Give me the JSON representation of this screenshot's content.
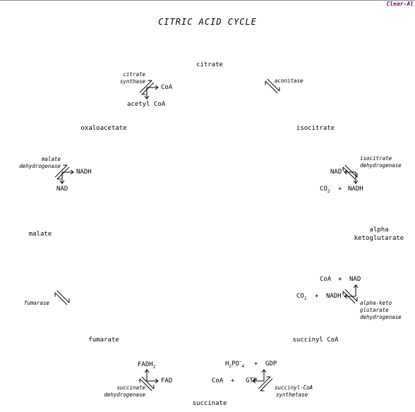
{
  "brand": {
    "text": "Clear-Al",
    "color": "#800080"
  },
  "title": "CITRIC ACID CYCLE",
  "metabolites": {
    "citrate": "citrate",
    "isocitrate": "isocitrate",
    "alpha_line1": "alpha",
    "alpha_line2": "ketoglutarate",
    "succinyl_coa": "succinyl CoA",
    "succinate": "succinate",
    "fumarate": "fumarate",
    "malate": "malate",
    "oxaloacetate": "oxaloacetate"
  },
  "enzymes": {
    "citrate_synthase_1": "citrate",
    "citrate_synthase_2": "synthase",
    "aconitase": "aconitase",
    "isocitrate_dh_1": "isocitrate",
    "isocitrate_dh_2": "dehydrogenase",
    "akg_dh_1": "alpha-keto",
    "akg_dh_2": "glutarate",
    "akg_dh_3": "dehydrogenase",
    "succinyl_coa_syn_1": "succinyl-CoA",
    "succinyl_coa_syn_2": "synthetase",
    "succinate_dh_1": "succinate",
    "succinate_dh_2": "dehydrogenase",
    "fumarase": "fumarase",
    "malate_dh_1": "malate",
    "malate_dh_2": "dehydrogenase"
  },
  "cofactors": {
    "coa_out": "CoA",
    "acetyl_coa": "acetyl CoA",
    "nad_isocitrate": "NAD",
    "co2_isocitrate": "CO",
    "plus_isocitrate": "+",
    "nadh_isocitrate": "NADH",
    "coa_akg": "CoA",
    "plus_akg_top": "+",
    "nad_akg": "NAD",
    "co2_akg": "CO",
    "plus_akg_bottom": "+",
    "nadh_akg": "NADH",
    "h2po4_h": "H",
    "h2po4_po": "PO",
    "plus_h2po4": "+",
    "gdp": "GDP",
    "coa_succ": "CoA",
    "plus_succ": "+",
    "gtp": "GTP",
    "fadh2": "FADH",
    "fad": "FAD",
    "nadh_malate": "NADH",
    "nad_malate": "NAD"
  },
  "subscripts": {
    "two": "2",
    "four": "4"
  },
  "superscripts": {
    "minus": "−"
  }
}
